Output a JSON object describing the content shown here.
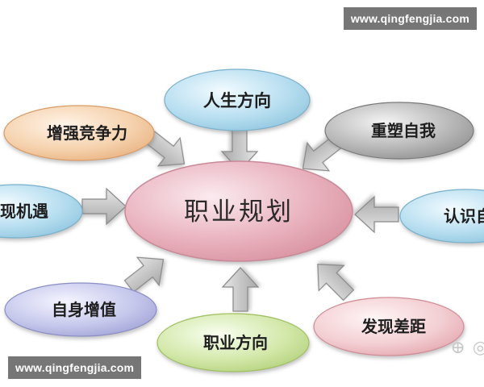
{
  "diagram": {
    "center": "职业规划",
    "nodes": {
      "life_direction": "人生方向",
      "competitiveness": "增强竞争力",
      "reshape_self": "重塑自我",
      "face_opportunity": "现机遇",
      "know_self": "认识自",
      "self_value": "自身增值",
      "find_gap": "发现差距",
      "career_direction": "职业方向"
    }
  },
  "watermarks": {
    "top": "www.qingfengjia.com",
    "bottom": "www.qingfengjia.com",
    "logo_fragment": "⊕ ◎"
  },
  "colors": {
    "center": "#e6a5b1",
    "blue": "#a9d6e7",
    "orange": "#f2cba4",
    "gray": "#9f9f9f",
    "purple": "#bcbee4",
    "pink": "#f2c9cd",
    "green": "#cbe39b",
    "arrow": "#bdbdbd"
  }
}
